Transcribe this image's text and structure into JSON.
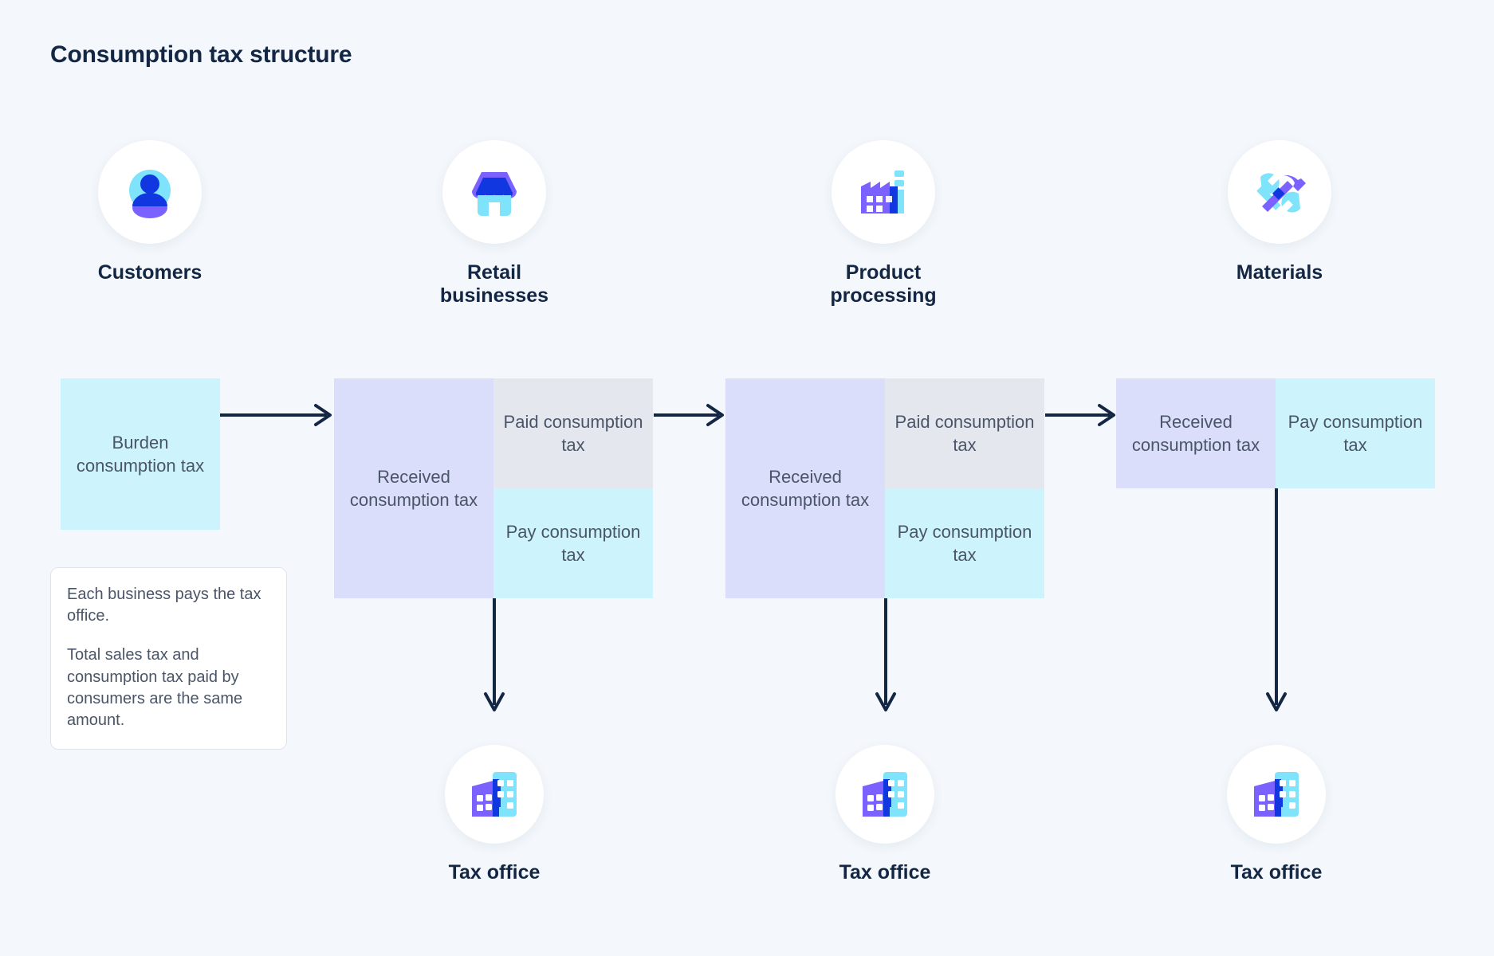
{
  "title": "Consumption tax structure",
  "colors": {
    "background": "#f4f8fc",
    "heading": "#132744",
    "body_text": "#4a5568",
    "received": "#dbdefa",
    "paid": "#e4e7ee",
    "pay": "#cdf4fd",
    "burden": "#cdf4fd",
    "arrow": "#132744",
    "icon_cyan": "#7fe4fb",
    "icon_blue": "#1138e0",
    "icon_purple": "#7b61ff"
  },
  "actors": [
    {
      "label": "Customers",
      "icon": "customer-icon"
    },
    {
      "label": "Retail\nbusinesses",
      "icon": "store-icon"
    },
    {
      "label": "Product\nprocessing",
      "icon": "factory-icon"
    },
    {
      "label": "Materials",
      "icon": "tools-icon"
    }
  ],
  "actor_labels": {
    "customers": "Customers",
    "retail_line1": "Retail",
    "retail_line2": "businesses",
    "product_line1": "Product",
    "product_line2": "processing",
    "materials": "Materials"
  },
  "tax_blocks": {
    "customers": {
      "burden": "Burden consumption tax"
    },
    "retail": {
      "received": "Received consumption tax",
      "paid": "Paid consumption tax",
      "pay": "Pay consumption tax"
    },
    "product": {
      "received": "Received consumption tax",
      "paid": "Paid consumption tax",
      "pay": "Pay consumption tax"
    },
    "materials": {
      "received": "Received consumption tax",
      "pay": "Pay consumption tax"
    }
  },
  "note": {
    "paragraph1": "Each business pays the tax office.",
    "paragraph2": "Total sales tax and consumption tax paid by consumers are the same amount."
  },
  "tax_offices": [
    {
      "label": "Tax office",
      "icon": "office-building-icon"
    },
    {
      "label": "Tax office",
      "icon": "office-building-icon"
    },
    {
      "label": "Tax office",
      "icon": "office-building-icon"
    }
  ],
  "office_labels": {
    "retail": "Tax office",
    "product": "Tax office",
    "materials": "Tax office"
  }
}
